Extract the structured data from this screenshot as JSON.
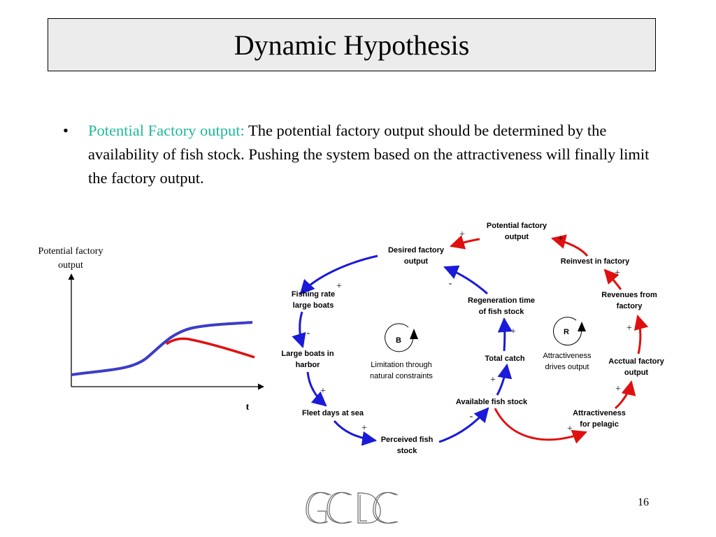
{
  "slide": {
    "title": "Dynamic Hypothesis",
    "page_number": "16"
  },
  "bullet": {
    "marker": "•",
    "highlight": "Potential Factory output:",
    "text": "The potential factory output should be determined by the availability of fish stock. Pushing the system based on the attractiveness will finally limit the factory output."
  },
  "graph": {
    "y_label_line1": "Potential factory",
    "y_label_line2": "output",
    "x_label": "t",
    "colors": {
      "reference": "#3c3cc8",
      "actual": "#e01010"
    }
  },
  "diagram": {
    "nodes": {
      "potential_factory_output": [
        "Potential factory",
        "output"
      ],
      "desired_factory_output": [
        "Desired factory",
        "output"
      ],
      "fishing_rate": [
        "Fishing rate",
        "large boats"
      ],
      "large_boats_in_harbor": [
        "Large boats in",
        "harbor"
      ],
      "fleet_days_at_sea": [
        "Fleet days at sea"
      ],
      "perceived_fish_stock": [
        "Perceived fish",
        "stock"
      ],
      "available_fish_stock": [
        "Available fish stock"
      ],
      "total_catch": [
        "Total catch"
      ],
      "regeneration_time": [
        "Regeneration time",
        "of fish stock"
      ],
      "reinvest_in_factory": [
        "Reinvest in factory"
      ],
      "revenues_from_factory": [
        "Revenues from",
        "factory"
      ],
      "actual_factory_output": [
        "Acctual factory",
        "output"
      ],
      "attractiveness": [
        "Attractiveness",
        "for pelagic"
      ]
    },
    "loops": {
      "balancing": {
        "symbol": "B",
        "note": [
          "Limitation through",
          "natural constraints"
        ]
      },
      "reinforcing": {
        "symbol": "R",
        "note": [
          "Attractiveness",
          "drives output"
        ]
      }
    },
    "signs": {
      "pfo_to_dfo": "+",
      "reinvest_to_pfo": "+",
      "dfo_to_fishing": "+",
      "regen_to_dfo": "-",
      "fishing_to_harbor": "-",
      "harbor_to_fleet": "+",
      "fleet_to_perceived": "+",
      "catch_to_regen": "+",
      "stock_to_catch": "+",
      "perceived_to_stock": "-",
      "revenues_to_reinvest": "+",
      "actual_to_revenues": "+",
      "attract_to_actual": "+",
      "stock_to_attract": "+"
    },
    "colors": {
      "balancing": "#1a1ad8",
      "reinforcing": "#e01010"
    }
  }
}
